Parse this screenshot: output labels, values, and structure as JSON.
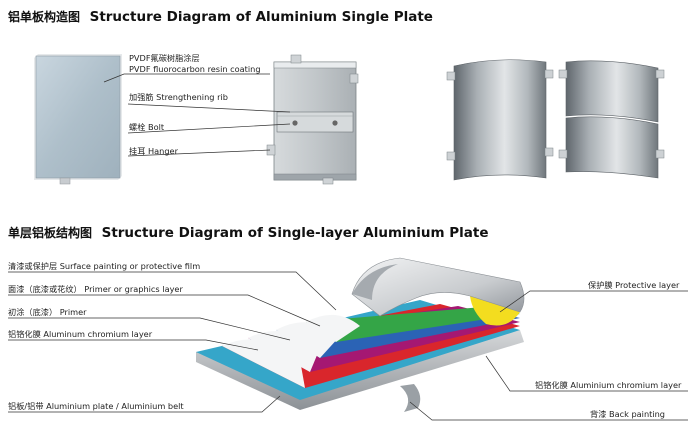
{
  "section1": {
    "title_cn": "铝单板构造图",
    "title_en": "Structure Diagram of Aluminium Single Plate",
    "labels": {
      "coating_cn": "PVDF氟碳树脂涂层",
      "coating_en": "PVDF fluorocarbon resin coating",
      "rib": "加强筋  Strengthening rib",
      "bolt": "螺栓  Bolt",
      "hanger": "挂耳  Hanger"
    }
  },
  "section2": {
    "title_cn": "单层铝板结构图",
    "title_en": "Structure Diagram of Single-layer Aluminium Plate",
    "labels": {
      "surface": "清漆或保护层  Surface painting or protective film",
      "primer_graphics": "面漆（底漆或花纹）  Primer or graphics layer",
      "primer": "初涂（底漆）  Primer",
      "chromium_left": "铝铬化膜  Aluminum chromium layer",
      "plate": "铝板/铝带  Aluminium plate / Aluminium belt",
      "protective": "保护膜  Protective layer",
      "chromium_right": "铝铬化膜  Aluminium chromium layer",
      "back": "背漆  Back painting"
    }
  },
  "colors": {
    "layer_teal": "#35a6c9",
    "layer_red": "#d9262c",
    "layer_magenta": "#a51872",
    "layer_blue": "#2b63b5",
    "layer_green": "#34a547",
    "layer_yellow": "#f3dd1f",
    "metal": "#b9bfc5"
  }
}
